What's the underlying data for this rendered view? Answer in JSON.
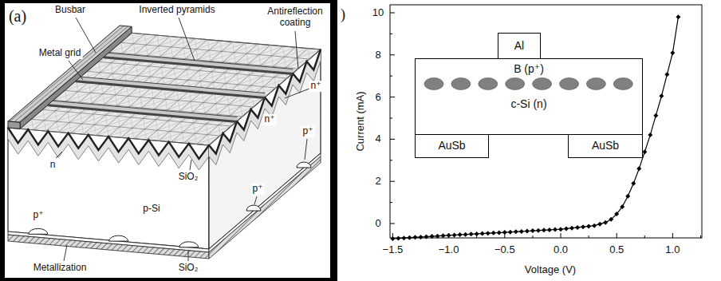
{
  "diagram": {
    "nodes": [
      {
        "text": [
          "Al"
        ]
      },
      {
        "text": [
          "B (p⁺)",
          "c-Si (n)"
        ]
      },
      {
        "text": [
          "AuSb"
        ]
      },
      {
        "text": [
          "AuSb"
        ]
      }
    ],
    "labels": [
      "(a)",
      "Busbar",
      "Inverted pyramids",
      "Antireflection coating",
      "Metal grid",
      "n⁺",
      "n⁺",
      "p⁺",
      "n",
      "SiO₂",
      "p⁺",
      "p-Si",
      "p⁺",
      "Metallization",
      "SiO₂",
      ")",
      "10",
      "8",
      "6",
      "4",
      "2",
      "0",
      "−1.5",
      "−1.0",
      "−0.5",
      "0.0",
      "0.5",
      "1.0",
      "Current (mA)",
      "Voltage (V)"
    ]
  }
}
